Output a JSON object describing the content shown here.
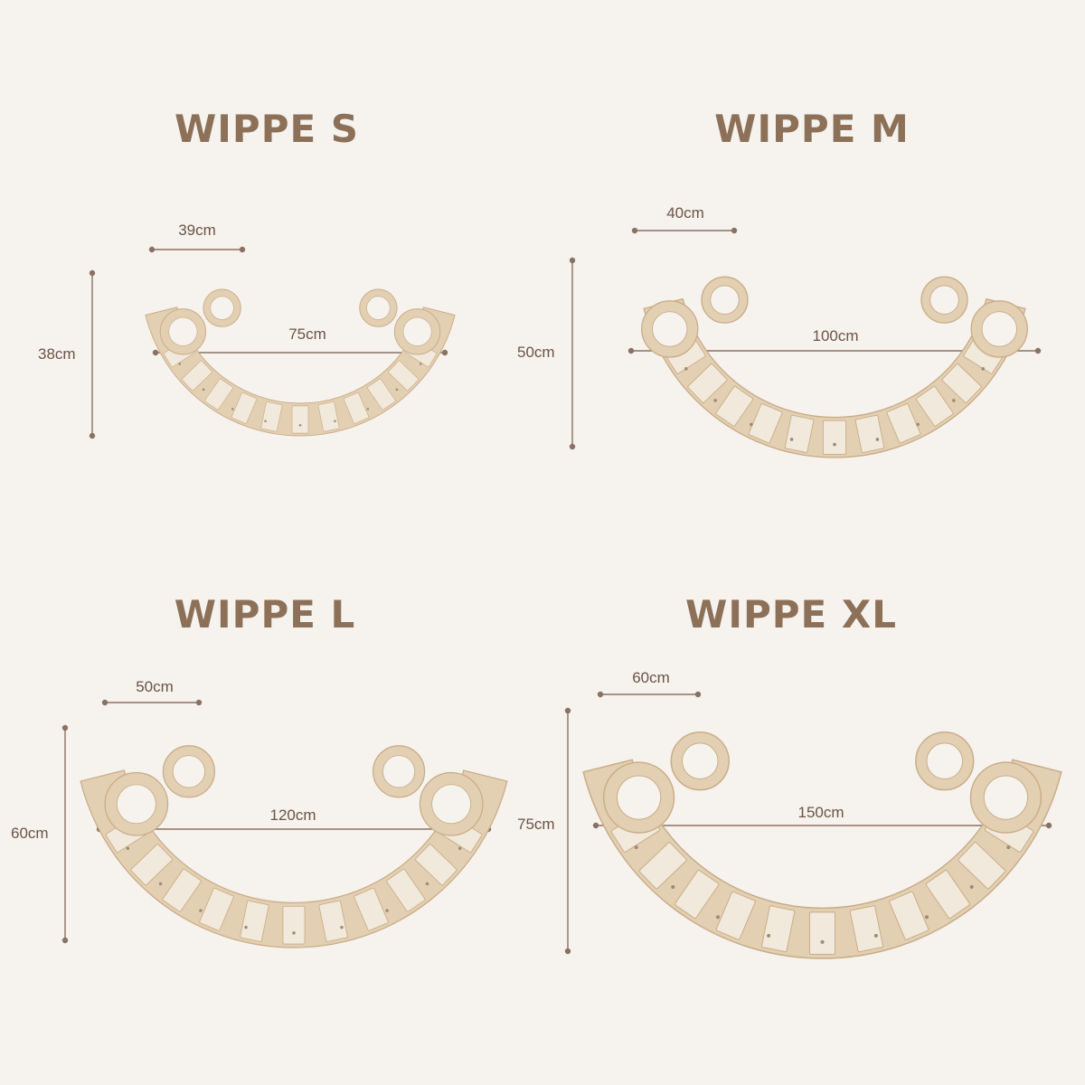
{
  "colors": {
    "background": "#f6f3ef",
    "title": "#8c7158",
    "wood": "#e3cfb1",
    "wood_edge": "#c9ad89",
    "slat": "#f1e9dc",
    "dimension_line": "#8a7262"
  },
  "products": [
    {
      "title": "WIPPE S",
      "width_label": "75cm",
      "height_label": "38cm",
      "top_label": "39cm",
      "width_cm": 75,
      "height_cm": 38,
      "top_cm": 39
    },
    {
      "title": "WIPPE M",
      "width_label": "100cm",
      "height_label": "50cm",
      "top_label": "40cm",
      "width_cm": 100,
      "height_cm": 50,
      "top_cm": 40
    },
    {
      "title": "WIPPE L",
      "width_label": "120cm",
      "height_label": "60cm",
      "top_label": "50cm",
      "width_cm": 120,
      "height_cm": 60,
      "top_cm": 50
    },
    {
      "title": "WIPPE XL",
      "width_label": "150cm",
      "height_label": "75cm",
      "top_label": "60cm",
      "width_cm": 150,
      "height_cm": 75,
      "top_cm": 60
    }
  ]
}
